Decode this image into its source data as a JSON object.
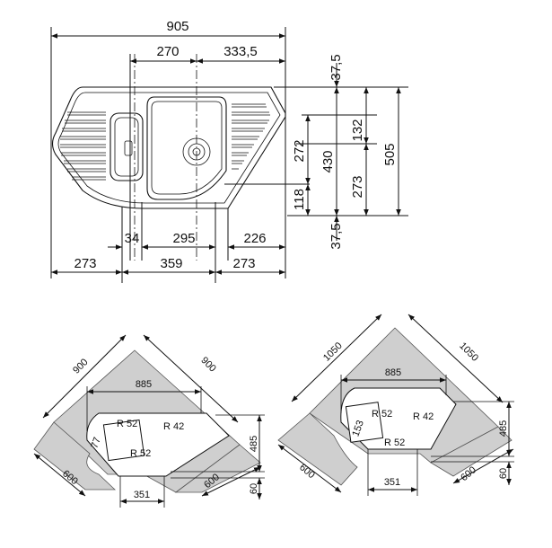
{
  "top": {
    "overall_width": "905",
    "bowl_offset": "270",
    "right_offset": "333,5",
    "top_margin": "37,5",
    "dim_132": "132",
    "overall_height": "505",
    "bowl_depth": "272",
    "inner_430": "430",
    "dim_273_right": "273",
    "dim_118": "118",
    "bottom_margin": "37,5",
    "dim_34": "34",
    "dim_295": "295",
    "dim_226": "226",
    "bottom_left": "273",
    "bottom_mid": "359",
    "bottom_right": "273"
  },
  "left_install": {
    "side_a": "900",
    "side_b": "900",
    "cutout_width": "885",
    "r1": "R 52",
    "r2": "R 42",
    "r3": "R 52",
    "inset": "77",
    "depth": "485",
    "cab_a": "600",
    "cab_b": "600",
    "front": "351",
    "gap": "60"
  },
  "right_install": {
    "side_a": "1050",
    "side_b": "1050",
    "cutout_width": "885",
    "r1": "R 52",
    "r2": "R 42",
    "r3": "R 52",
    "inset": "153",
    "depth": "485",
    "cab_a": "600",
    "cab_b": "600",
    "front": "351",
    "gap": "60"
  }
}
